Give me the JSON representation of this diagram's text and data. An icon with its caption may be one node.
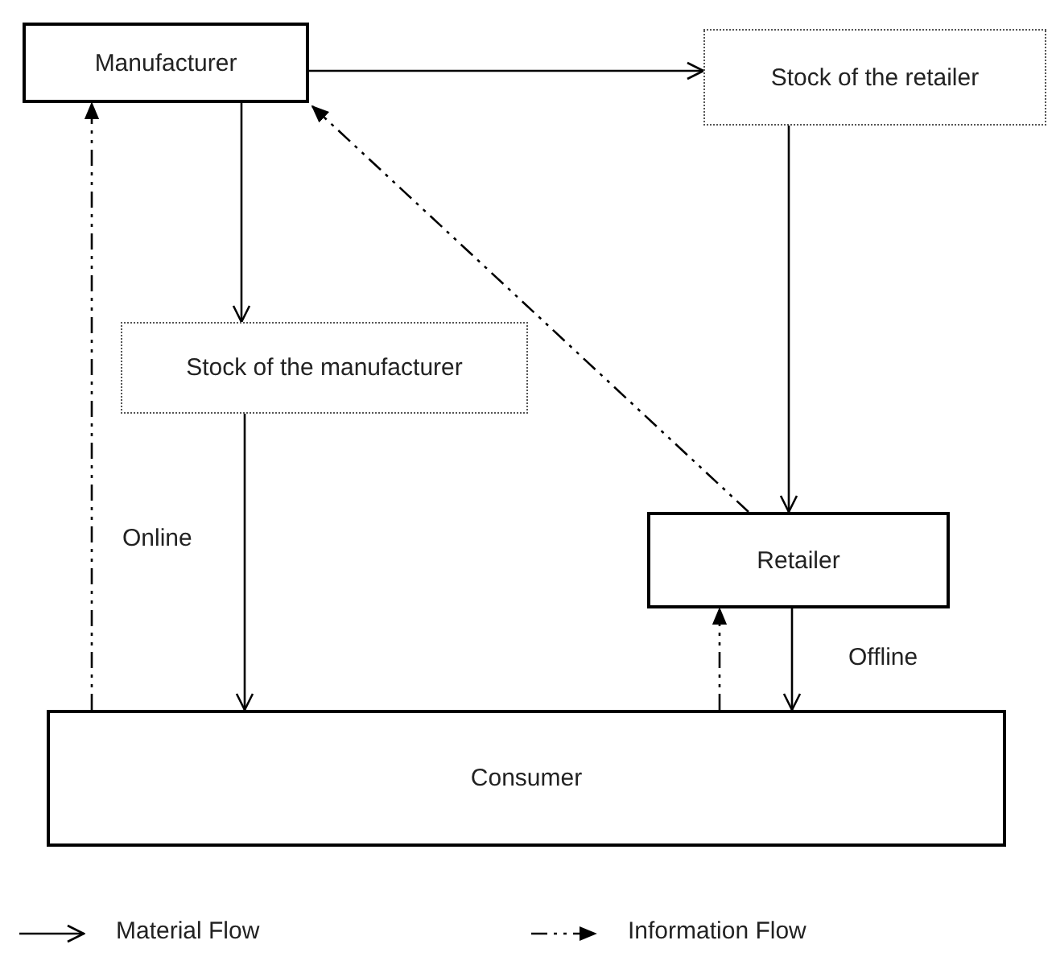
{
  "diagram": {
    "nodes": [
      {
        "text": [
          "Manufacturer"
        ]
      },
      {
        "text": [
          "Stock of the retailer"
        ]
      },
      {
        "text": [
          "Stock of the manufacturer"
        ]
      },
      {
        "text": [
          "Retailer"
        ]
      },
      {
        "text": [
          "Consumer"
        ]
      }
    ],
    "edges": [
      {
        "from": 0,
        "to": 1,
        "arrow": "to"
      },
      {
        "from": 0,
        "to": 2,
        "arrow": "to"
      },
      {
        "from": 1,
        "to": 3,
        "arrow": "to"
      },
      {
        "from": 2,
        "to": 4,
        "arrow": "to",
        "label": "Online"
      },
      {
        "from": 3,
        "to": 4,
        "arrow": "to",
        "label": "Offline"
      },
      {
        "from": 3,
        "to": 0,
        "arrow": "to",
        "style": "dashed"
      },
      {
        "from": 4,
        "to": 0,
        "arrow": "to",
        "style": "dashed"
      },
      {
        "from": 4,
        "to": 3,
        "arrow": "to",
        "style": "dashed"
      }
    ],
    "legend": [
      {
        "text": "Material Flow"
      },
      {
        "text": "Information Flow"
      }
    ]
  }
}
